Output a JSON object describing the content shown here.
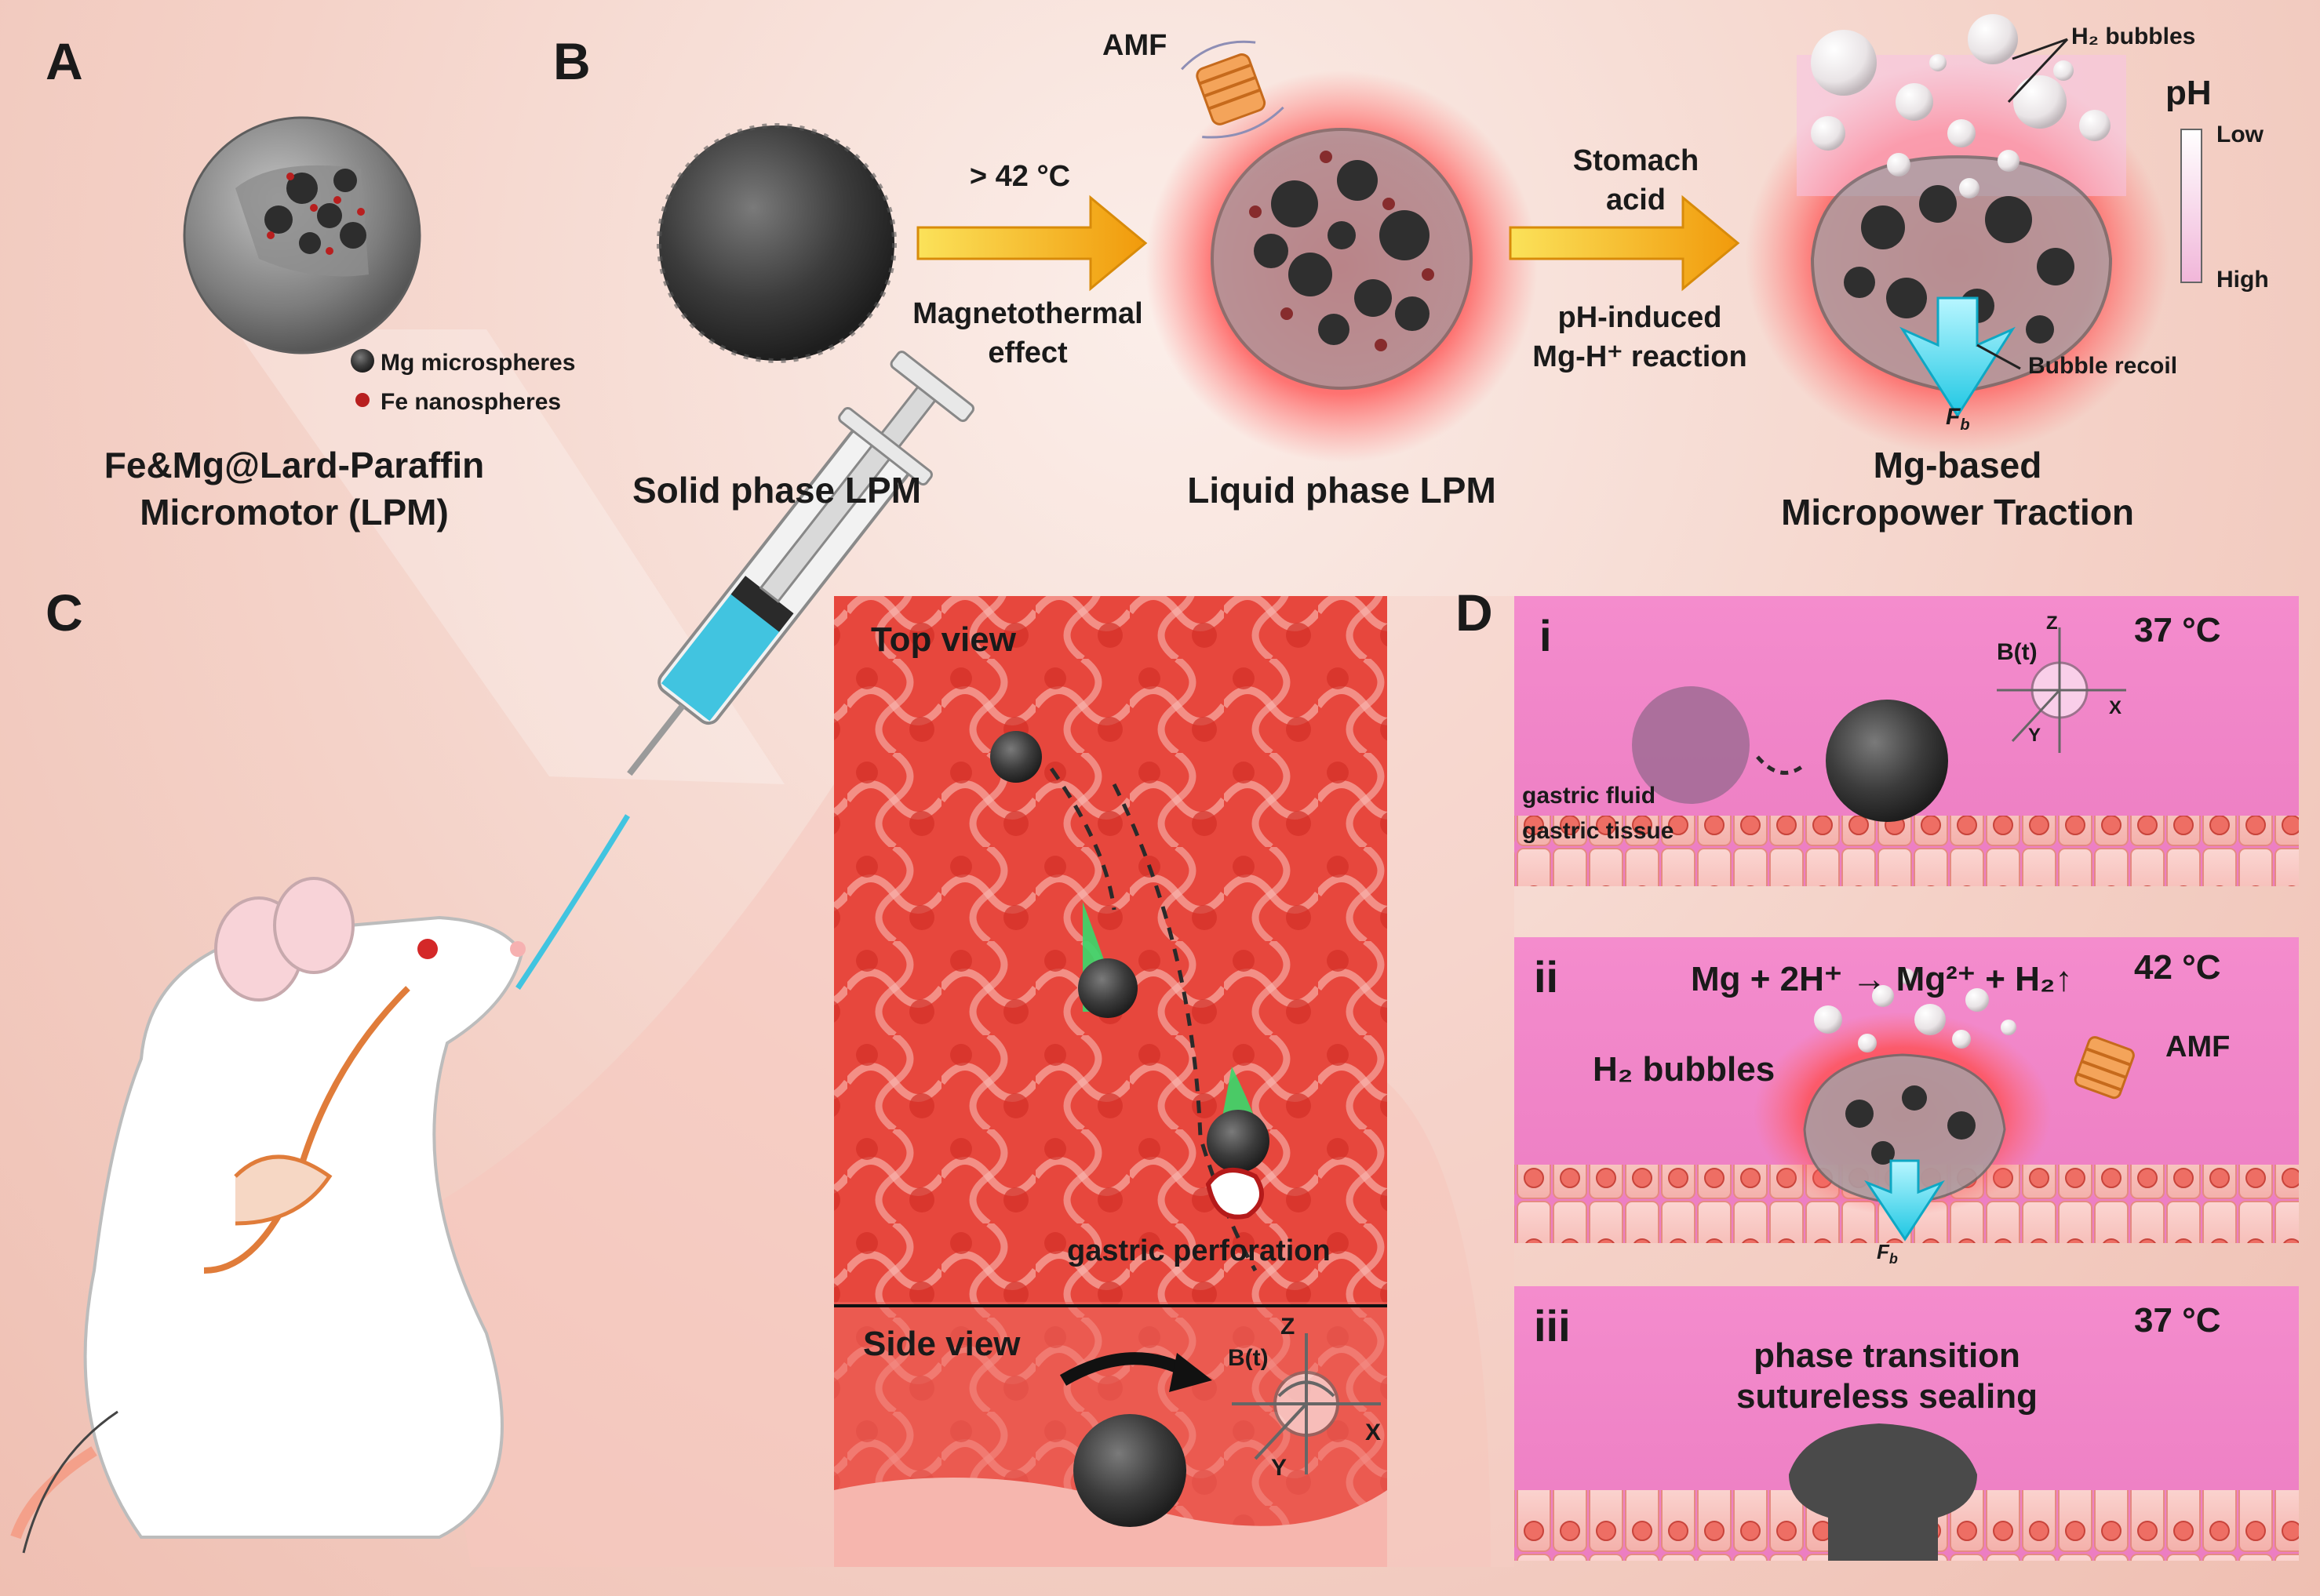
{
  "panels": {
    "A": {
      "letter": "A",
      "legend_mg": "Mg microspheres",
      "legend_fe": "Fe nanospheres",
      "caption_line1": "Fe&Mg@Lard-Paraffin",
      "caption_line2": "Micromotor (LPM)"
    },
    "B": {
      "letter": "B",
      "solid_caption": "Solid phase LPM",
      "arrow1_top": "> 42 °C",
      "arrow1_bottom_line1": "Magnetothermal",
      "arrow1_bottom_line2": "effect",
      "amf": "AMF",
      "liquid_caption": "Liquid phase LPM",
      "arrow2_top_line1": "Stomach",
      "arrow2_top_line2": "acid",
      "arrow2_bottom_line1": "pH-induced",
      "arrow2_bottom_line2": "Mg-H⁺ reaction",
      "h2_label": "H₂ bubbles",
      "ph_title": "pH",
      "ph_low": "Low",
      "ph_high": "High",
      "bubble_recoil": "Bubble recoil",
      "fb": "F",
      "fb_sub": "b",
      "traction_line1": "Mg-based",
      "traction_line2": "Micropower Traction"
    },
    "C": {
      "letter": "C",
      "top_view": "Top view",
      "gastric_perforation": "gastric perforation",
      "side_view": "Side view",
      "bt": "B(t)",
      "axis_z": "Z",
      "axis_x": "X",
      "axis_y": "Y"
    },
    "D": {
      "letter": "D",
      "i": {
        "label": "i",
        "temp": "37 °C",
        "gastric_fluid": "gastric fluid",
        "gastric_tissue": "gastric tissue",
        "bt": "B(t)",
        "axis_z": "Z",
        "axis_x": "X",
        "axis_y": "Y"
      },
      "ii": {
        "label": "ii",
        "temp": "42 °C",
        "equation": "Mg + 2H⁺ → Mg²⁺ + H₂↑",
        "h2_bubbles": "H₂ bubbles",
        "amf": "AMF",
        "fb": "F",
        "fb_sub": "b"
      },
      "iii": {
        "label": "iii",
        "temp": "37 °C",
        "line1": "phase transition",
        "line2": "sutureless sealing"
      }
    }
  },
  "colors": {
    "magenta": "#ee82c6",
    "tissue": "#e84a3f",
    "arrow_orange": "#f2a514",
    "cyan": "#38d6ec",
    "motor": "#3a3a3a"
  }
}
